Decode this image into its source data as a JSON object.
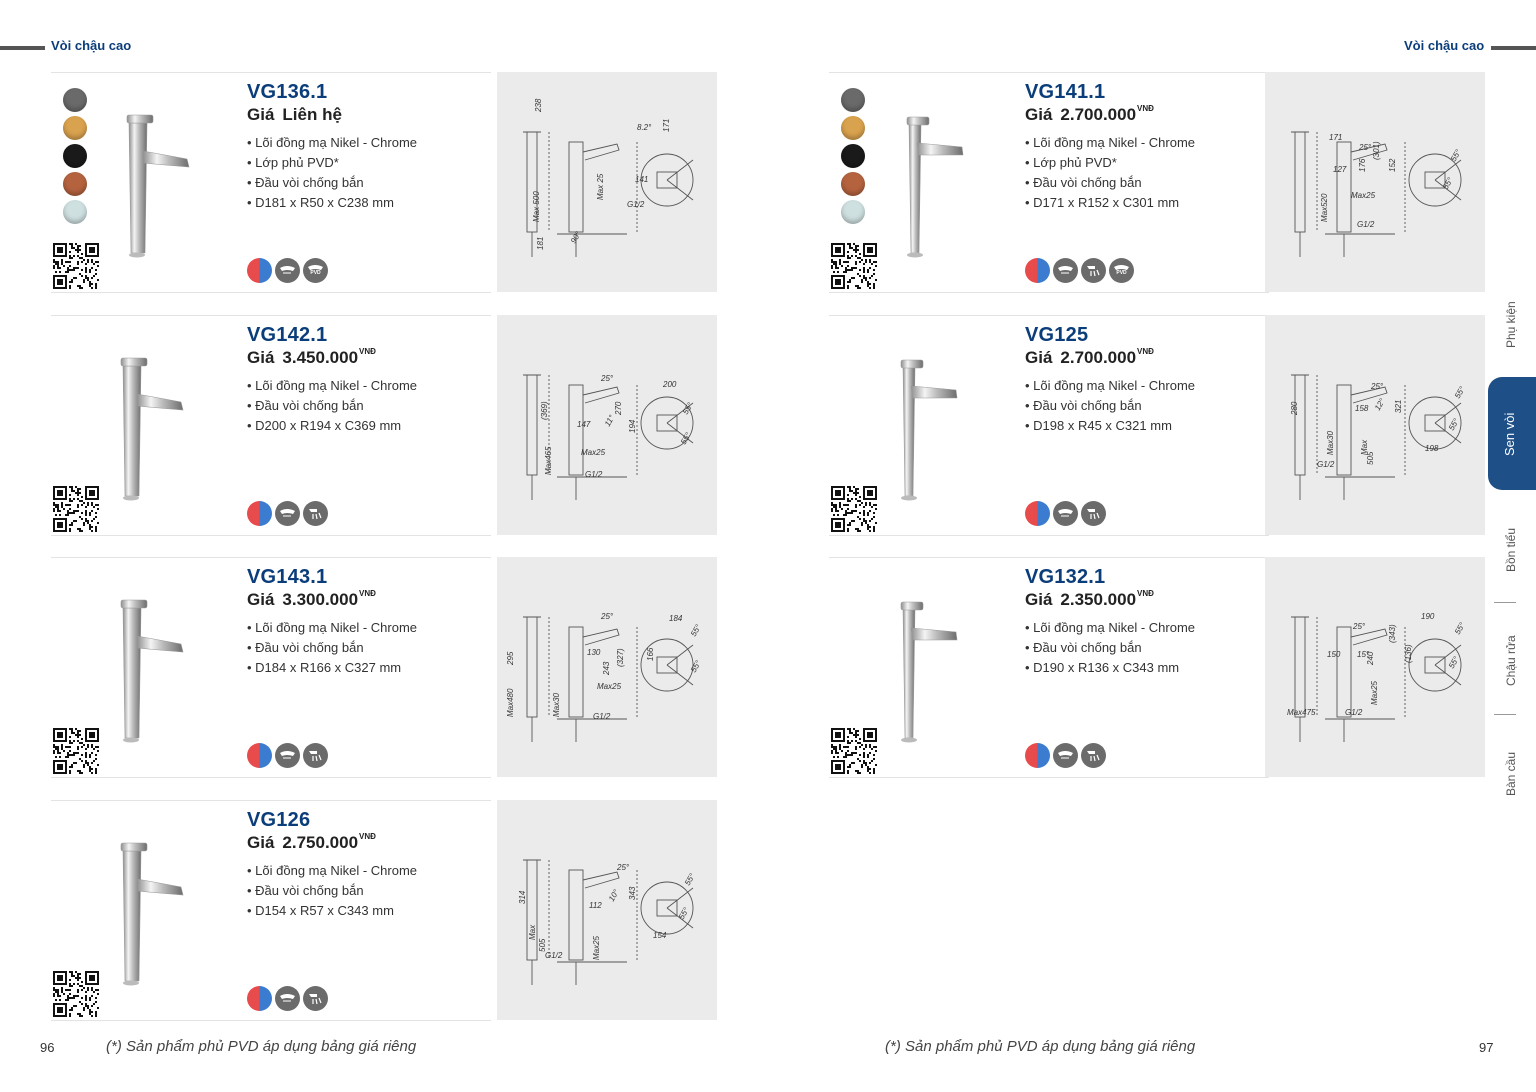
{
  "header": {
    "left_title": "Vòi chậu cao",
    "right_title": "Vòi chậu cao"
  },
  "products": [
    {
      "code": "VG136.1",
      "price_label": "Giá",
      "price": "Liên hệ",
      "currency": "",
      "features": [
        "Lõi đồng mạ Nikel - Chrome",
        "Lớp phủ PVD*",
        "Đầu vòi chống bắn",
        "D181 x R50 x C238 mm"
      ],
      "swatches": [
        "#6a6a6a",
        "#d9a24e",
        "#1a1a1a",
        "#b5633f",
        "#cfe0e0"
      ],
      "icons": [
        "hot-cold",
        "aerator",
        "pvd"
      ],
      "icon_text_pvd": "PVD"
    },
    {
      "code": "VG141.1",
      "price_label": "Giá",
      "price": "2.700.000",
      "currency": "VNĐ",
      "features": [
        "Lõi đồng mạ Nikel - Chrome",
        "Lớp phủ PVD*",
        "Đầu vòi chống bắn",
        "D171 x R152 x C301 mm"
      ],
      "swatches": [
        "#6a6a6a",
        "#d9a24e",
        "#1a1a1a",
        "#b5633f",
        "#cfe0e0"
      ],
      "icons": [
        "hot-cold",
        "aerator",
        "splash",
        "pvd"
      ],
      "icon_text_pvd": "PVD"
    },
    {
      "code": "VG142.1",
      "price_label": "Giá",
      "price": "3.450.000",
      "currency": "VNĐ",
      "features": [
        "Lõi đồng mạ Nikel - Chrome",
        "Đầu vòi chống bắn",
        "D200 x R194 x C369 mm"
      ],
      "icons": [
        "hot-cold",
        "aerator",
        "splash"
      ]
    },
    {
      "code": "VG125",
      "price_label": "Giá",
      "price": "2.700.000",
      "currency": "VNĐ",
      "features": [
        "Lõi đồng mạ Nikel - Chrome",
        "Đầu vòi chống bắn",
        "D198 x R45 x C321 mm"
      ],
      "icons": [
        "hot-cold",
        "aerator",
        "splash"
      ]
    },
    {
      "code": "VG143.1",
      "price_label": "Giá",
      "price": "3.300.000",
      "currency": "VNĐ",
      "features": [
        "Lõi đồng mạ Nikel - Chrome",
        "Đầu vòi chống bắn",
        "D184 x R166 x C327 mm"
      ],
      "icons": [
        "hot-cold",
        "aerator",
        "splash"
      ]
    },
    {
      "code": "VG132.1",
      "price_label": "Giá",
      "price": "2.350.000",
      "currency": "VNĐ",
      "features": [
        "Lõi đồng mạ Nikel - Chrome",
        "Đầu vòi chống bắn",
        "D190 x R136 x C343 mm"
      ],
      "icons": [
        "hot-cold",
        "aerator",
        "splash"
      ]
    },
    {
      "code": "VG126",
      "price_label": "Giá",
      "price": "2.750.000",
      "currency": "VNĐ",
      "features": [
        "Lõi đồng mạ Nikel - Chrome",
        "Đầu vòi chống bắn",
        "D154 x R57 x C343 mm"
      ],
      "icons": [
        "hot-cold",
        "aerator",
        "splash"
      ]
    }
  ],
  "drawings": [
    {
      "labels": [
        "238",
        "Max 500",
        "Max 25",
        "8.2°",
        "171",
        "141",
        "G1/2",
        "181",
        "90°"
      ]
    },
    {
      "labels": [
        "171",
        "25°",
        "(301)",
        "127",
        "176",
        "152",
        "55°",
        "Max520",
        "Max25",
        "G1/2",
        "55°"
      ]
    },
    {
      "labels": [
        "25°",
        "200",
        "(369)",
        "270",
        "194",
        "147",
        "11°",
        "55°",
        "55°",
        "Max465",
        "Max25",
        "G1/2"
      ]
    },
    {
      "labels": [
        "25°",
        "280",
        "158",
        "12°",
        "321",
        "55°",
        "55°",
        "198",
        "Max30",
        "Max",
        "505",
        "G1/2"
      ]
    },
    {
      "labels": [
        "25°",
        "184",
        "295",
        "130",
        "243",
        "(327)",
        "166",
        "55°",
        "55°",
        "Max480",
        "Max30",
        "Max25",
        "G1/2"
      ]
    },
    {
      "labels": [
        "25°",
        "190",
        "150",
        "15°",
        "240",
        "(343)",
        "(136)",
        "55°",
        "55°",
        "Max25",
        "Max475",
        "G1/2"
      ]
    },
    {
      "labels": [
        "25°",
        "314",
        "343",
        "112",
        "10°",
        "55°",
        "55°",
        "154",
        "Max",
        "505",
        "Max25",
        "G1/2"
      ]
    }
  ],
  "footer": {
    "left_page": "96",
    "right_page": "97",
    "left_note": "(*)   Sản phẩm phủ PVD áp dụng bảng giá riêng",
    "right_note": "(*)   Sản phẩm phủ PVD áp dụng bảng giá riêng"
  },
  "side_tabs": {
    "items": [
      "Phụ kiện",
      "Sen vòi",
      "Bồn tiểu",
      "Chậu rửa",
      "Bàn cầu"
    ],
    "active": "Sen vòi"
  },
  "colors": {
    "brand": "#0b3d7a",
    "tab_active": "#1e4f86",
    "drawing_bg": "#ebebeb"
  }
}
